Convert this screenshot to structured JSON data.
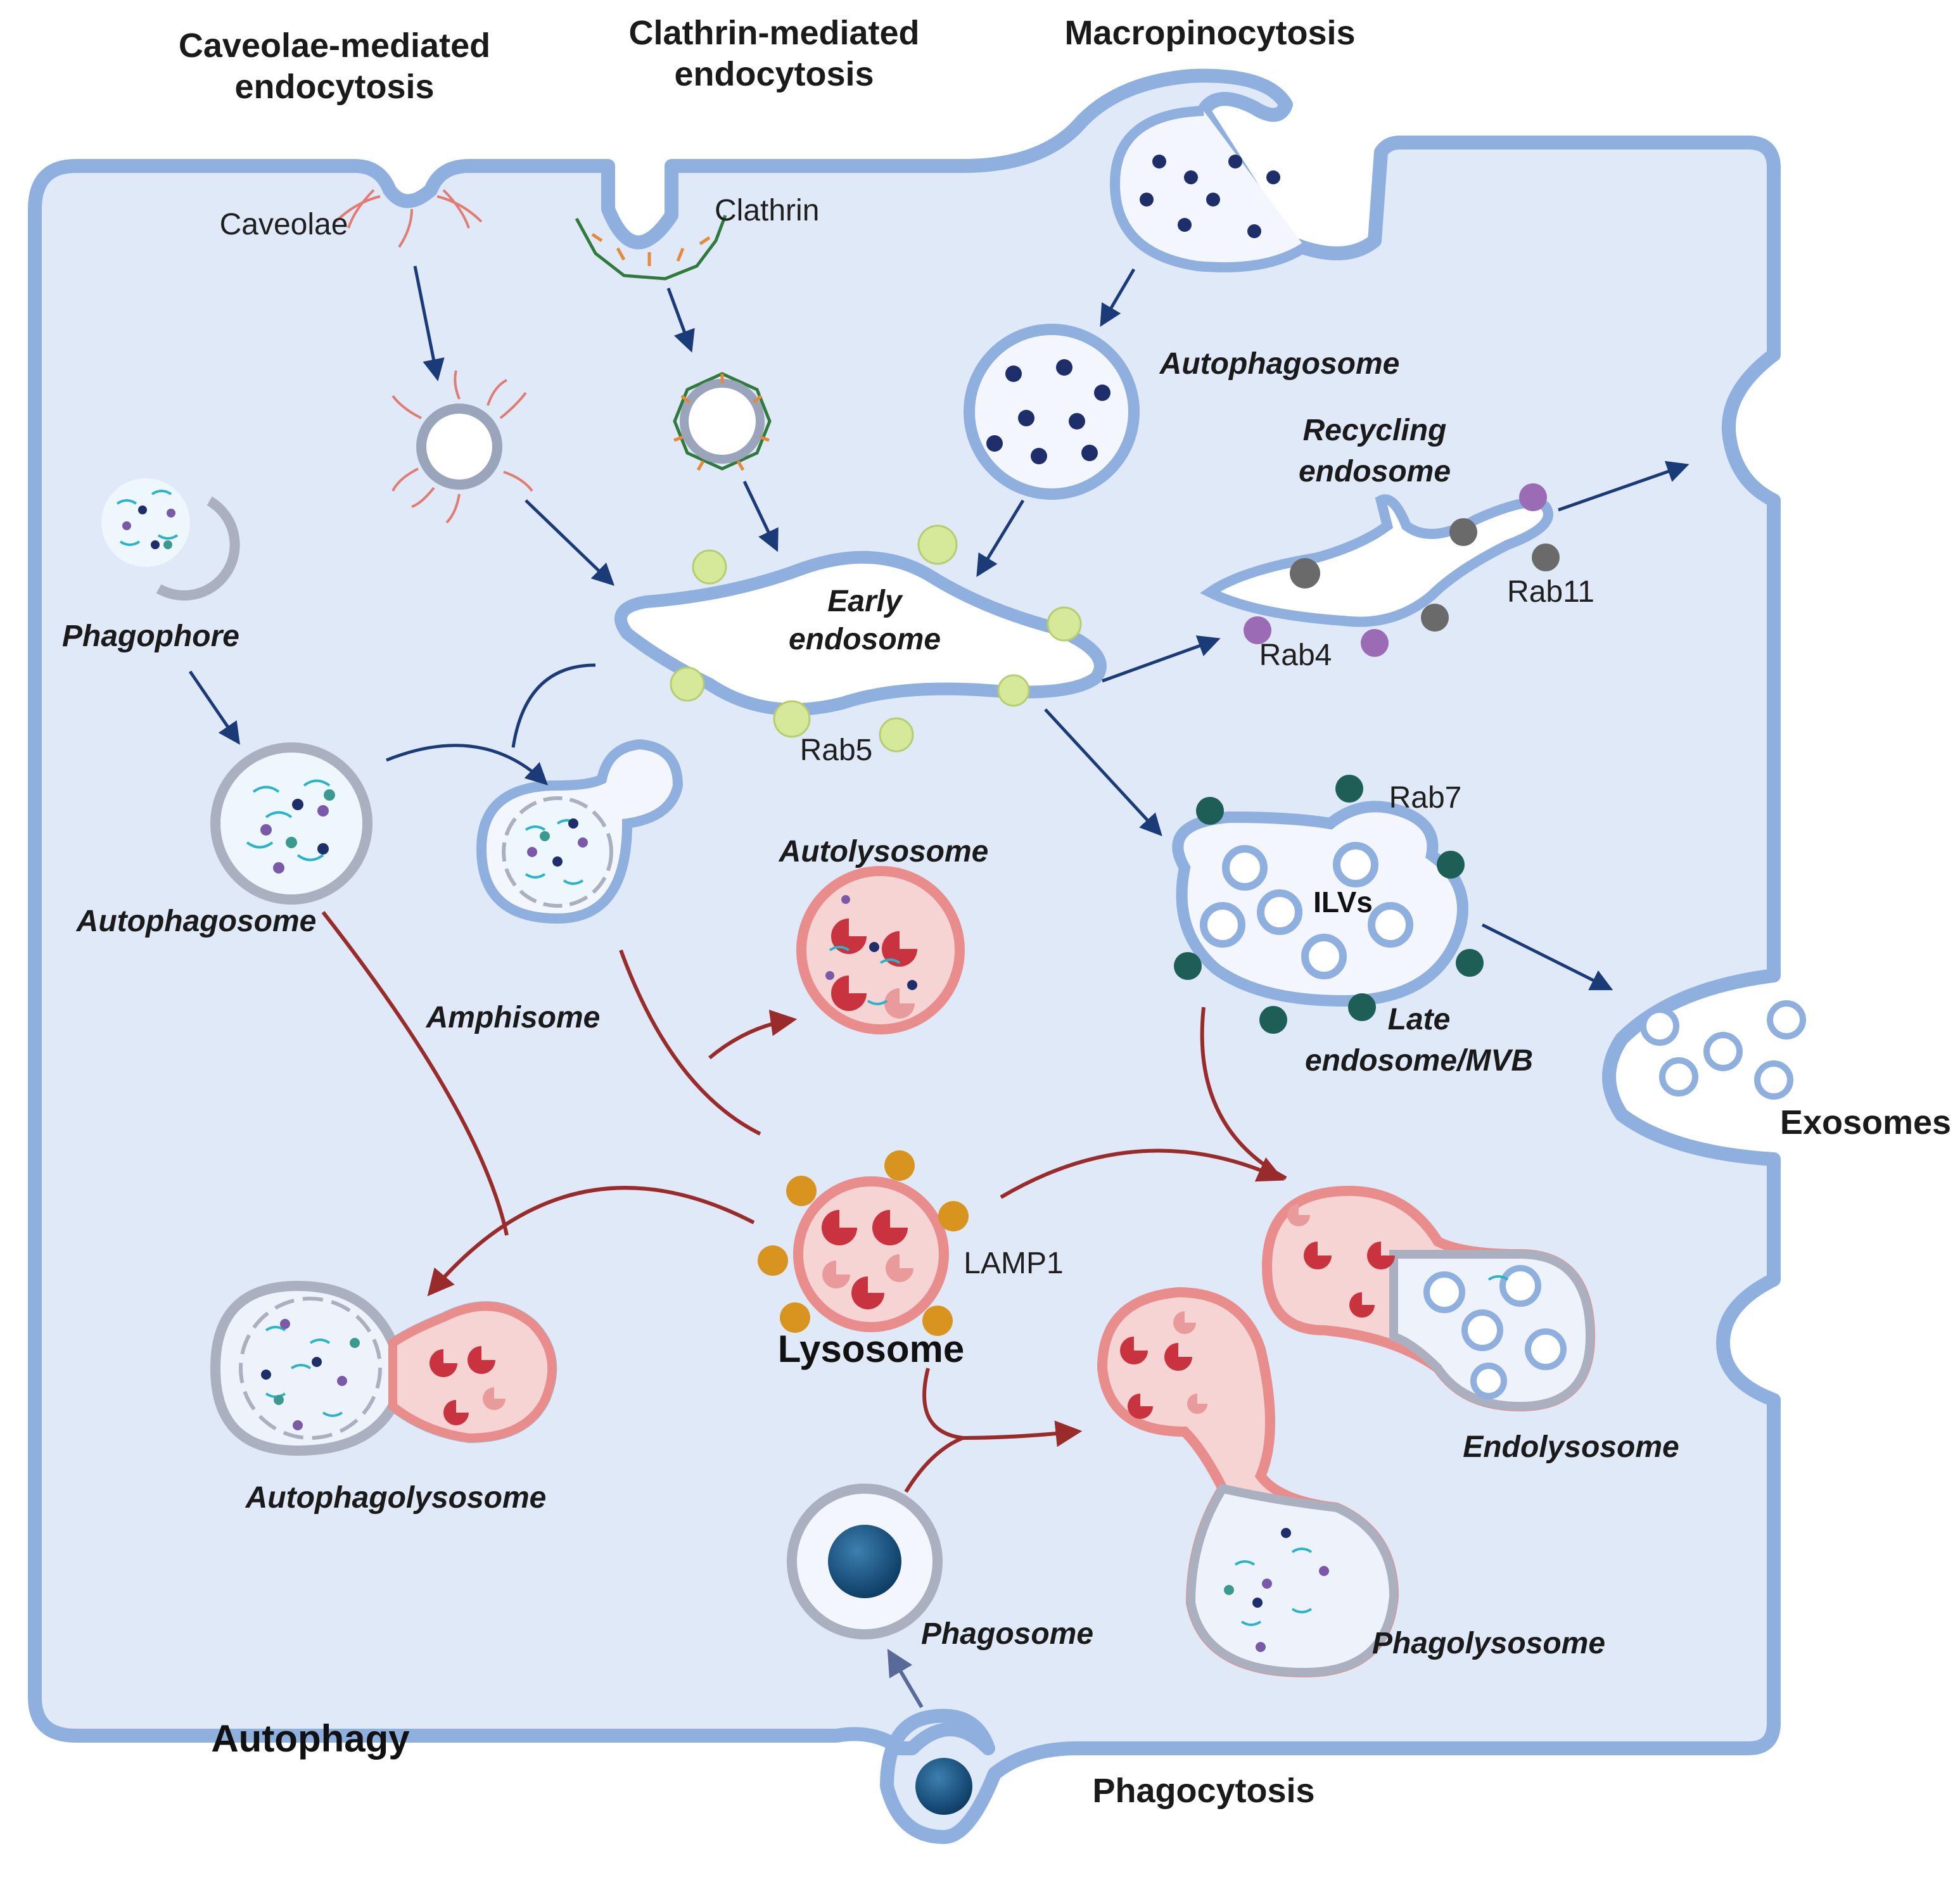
{
  "headers": {
    "caveolae": [
      "Caveolae-mediated",
      "endocytosis"
    ],
    "clathrin": [
      "Clathrin-mediated",
      "endocytosis"
    ],
    "macropinocytosis": "Macropinocytosis",
    "exosomes": "Exosomes",
    "phagocytosis": "Phagocytosis",
    "autophagy": "Autophagy"
  },
  "labels": {
    "caveolae": "Caveolae",
    "clathrin": "Clathrin",
    "rab4": "Rab4",
    "rab5": "Rab5",
    "rab7": "Rab7",
    "rab11": "Rab11",
    "lamp1": "LAMP1",
    "ilvs": "ILVs"
  },
  "organelles": {
    "autophagosome_top": "Autophagosome",
    "recycling_endosome": [
      "Recycling",
      "endosome"
    ],
    "early_endosome": [
      "Early",
      "endosome"
    ],
    "phagophore": "Phagophore",
    "autophagosome_left": "Autophagosome",
    "amphisome": "Amphisome",
    "autolysosome": "Autolysosome",
    "late_endosome": [
      "Late",
      "endosome/MVB"
    ],
    "lysosome": "Lysosome",
    "autophagolysosome": "Autophagolysosome",
    "endolysosome": "Endolysosome",
    "phagosome": "Phagosome",
    "phagolysosome": "Phagolysosome"
  },
  "colors": {
    "cytoplasm": "#dfe9f7",
    "membrane": "#8fb0de",
    "arrow_blue": "#1b3a78",
    "arrow_red": "#9a2b2b",
    "rab5": "#d6e89a",
    "rab4": "#9b6cb5",
    "rab11": "#6a6a6a",
    "rab7": "#1d5e57",
    "lamp1": "#d9931f",
    "lysosome_fill": "#f7d4d4",
    "enzyme": "#c9323f",
    "cargo_dot": "#1e2e6b"
  }
}
